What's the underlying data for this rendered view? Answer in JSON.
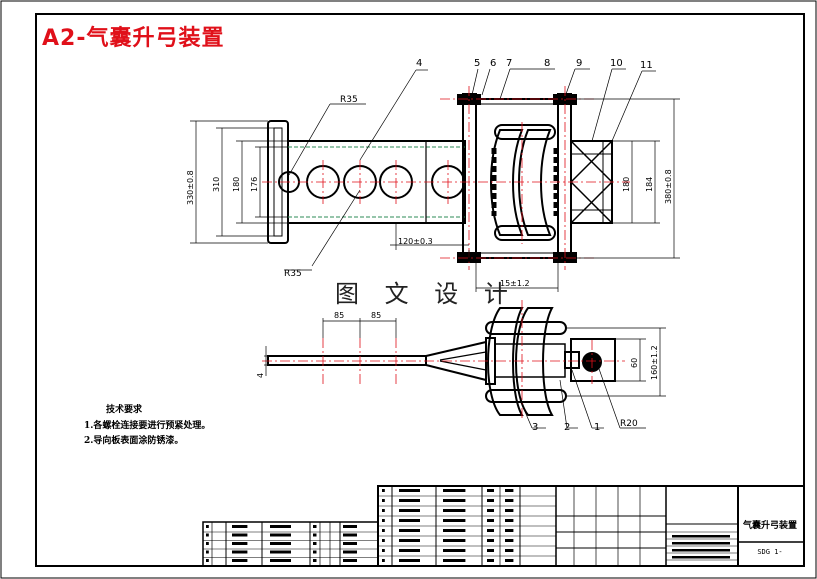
{
  "title": "A2-气囊升弓装置",
  "watermark": "图 文 设 计",
  "colors": {
    "title": "#e0101a",
    "line": "#000000",
    "center": "#e0101a",
    "hidden": "#2e8b57"
  },
  "tech_requirements": {
    "heading": "技术要求",
    "notes": [
      "1.各螺栓连接要进行预紧处理。",
      "2.导向板表面涂防锈漆。"
    ]
  },
  "part_labels": [
    "4",
    "5",
    "6",
    "7",
    "8",
    "9",
    "10",
    "11",
    "3",
    "2",
    "1"
  ],
  "dimensions": {
    "r_top": "R35",
    "r_bottom": "R35",
    "d330": "330±0.8",
    "d310": "310",
    "d180_left": "180",
    "d176": "176",
    "d120": "120±0.3",
    "d180_right": "180",
    "d184": "184",
    "d380": "380±0.8",
    "d15": "15±1.2",
    "d85a": "85",
    "d85b": "85",
    "d4": "4",
    "d60": "60",
    "d160": "160±1.2",
    "r20": "R20"
  },
  "title_block": {
    "name": "气囊升弓装置",
    "code": "SDG 1-"
  }
}
